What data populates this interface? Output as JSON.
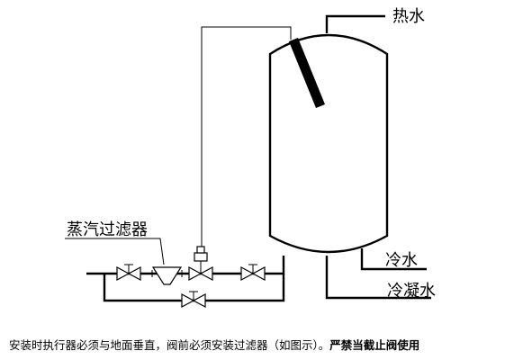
{
  "labels": {
    "hot_water": "热水",
    "cold_water": "冷水",
    "condensate": "冷凝水",
    "steam_filter": "蒸汽过滤器"
  },
  "caption": {
    "normal": "安装时执行器必须与地面垂直，阀前必须安装过滤器（如图示）。",
    "bold": "严禁当截止阀使用"
  }
}
